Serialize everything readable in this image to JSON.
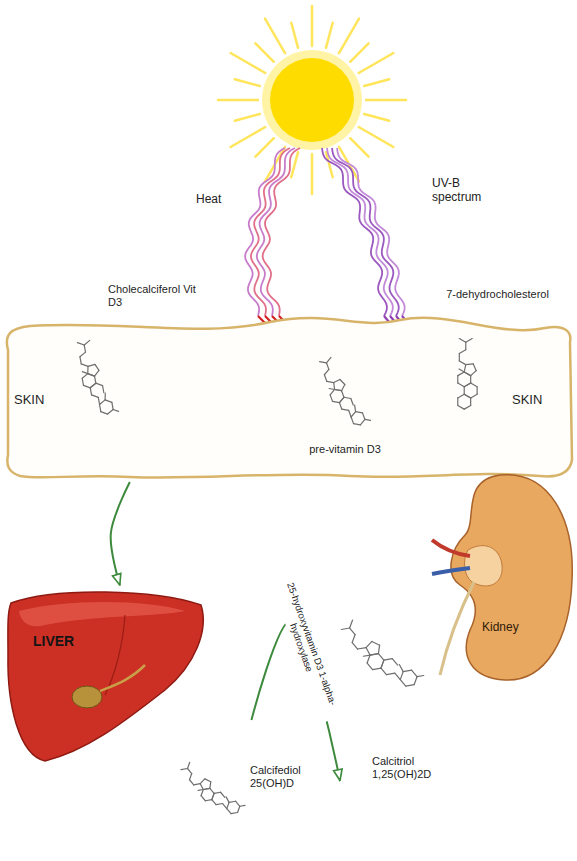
{
  "diagram": {
    "nodes": [
      {
        "text": [
          "SKIN",
          "SKIN"
        ]
      },
      {
        "text": [
          "7-dehydrocholesterol"
        ],
        "in": 0
      },
      {
        "text": [
          "pre-vitamin D3"
        ],
        "in": 0
      },
      {
        "text": [
          "Cholecalciferol Vit D3"
        ],
        "in": 0
      },
      {
        "text": [
          "LIVER"
        ]
      },
      {
        "text": [
          "Kidney"
        ]
      },
      {
        "text": [
          "Calcifediol 25(OH)D"
        ]
      },
      {
        "text": [
          "Calcitriol 1,25(OH)2D"
        ]
      }
    ],
    "edges": [
      {
        "from": 1,
        "to": 2,
        "arrow": "to"
      },
      {
        "from": 2,
        "to": 3,
        "arrow": "to"
      },
      {
        "from": 0,
        "to": 4,
        "arrow": "to"
      },
      {
        "from": 6,
        "to": 7,
        "label": "25-hydroxyvitamin D3 1-alpha-hydroxylase",
        "arrow": "to"
      }
    ],
    "labels": [
      "Heat",
      "UV-B spectrum"
    ]
  }
}
